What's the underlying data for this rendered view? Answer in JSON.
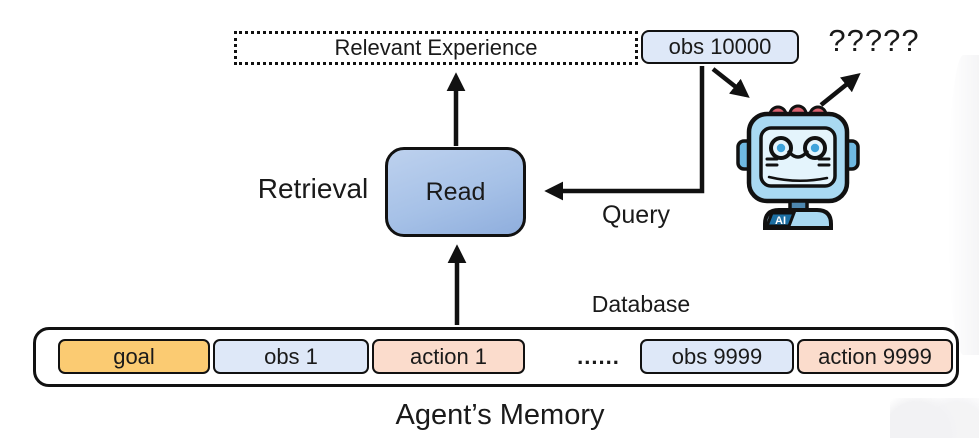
{
  "figure": {
    "relevant_experience_label": "Relevant Experience",
    "current_obs_label": "obs 10000",
    "unknown_output_label": "?????",
    "retrieval_label": "Retrieval",
    "read_label": "Read",
    "query_label": "Query",
    "database_label": "Database",
    "ellipsis": "......",
    "memory_caption": "Agent’s Memory",
    "robot_badge": "AI",
    "memory_items": [
      {
        "label": "goal",
        "kind": "goal"
      },
      {
        "label": "obs 1",
        "kind": "obs"
      },
      {
        "label": "action 1",
        "kind": "action"
      },
      {
        "label": "obs 9999",
        "kind": "obs"
      },
      {
        "label": "action 9999",
        "kind": "action"
      }
    ],
    "colors": {
      "outline": "#111111",
      "goal_fill": "#FBCB72",
      "obs_fill": "#DEE8F8",
      "action_fill": "#FBDCCC",
      "read_box_top": "#BDD1EE",
      "read_box_bottom": "#8FAEDD",
      "robot_body": "#A9D9F2",
      "robot_screen": "#E4F4FC",
      "robot_bump": "#D9616E",
      "robot_ear": "#6FB9E2",
      "robot_neck": "#4E87AE",
      "robot_badge_bg": "#1C6FA3"
    }
  }
}
